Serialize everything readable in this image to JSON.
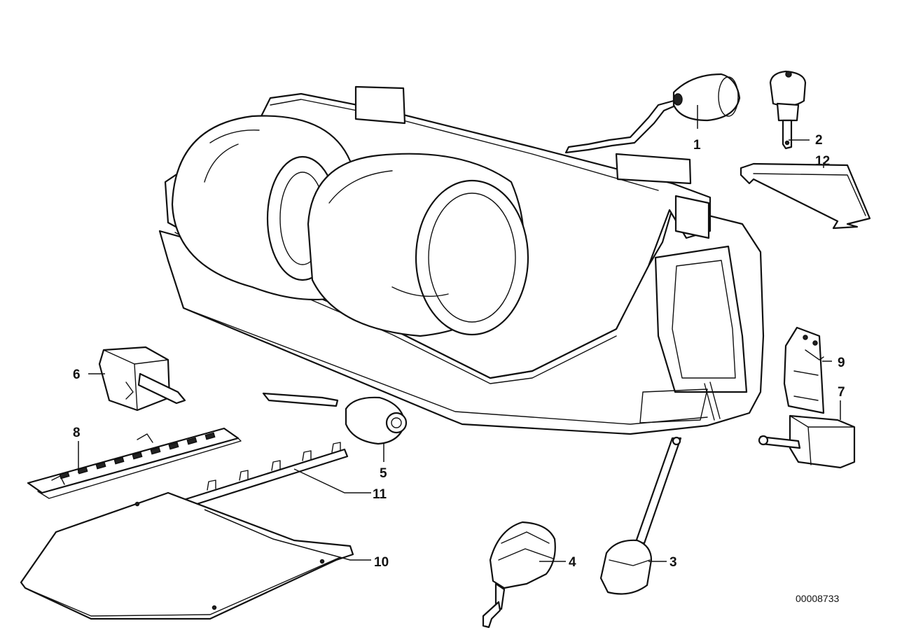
{
  "callouts": {
    "c1": "1",
    "c2": "2",
    "c3": "3",
    "c4": "4",
    "c5": "5",
    "c6": "6",
    "c7": "7",
    "c8": "8",
    "c9": "9",
    "c10": "10",
    "c11": "11",
    "c12": "12"
  },
  "reference_number": "00008733",
  "colors": {
    "line": "#111111",
    "background": "#ffffff"
  }
}
